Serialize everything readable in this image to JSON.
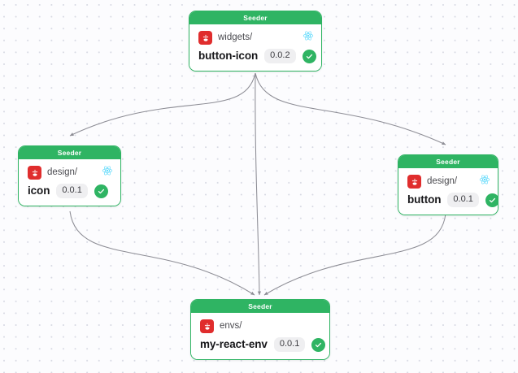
{
  "canvas": {
    "background_color": "#fcfcfe",
    "dot_color": "#d7d9e3",
    "accent_color": "#2fb463",
    "edge_color": "#8d8d95",
    "brand_color": "#e02d2d",
    "env_icon_color": "#61dafb"
  },
  "nodes": [
    {
      "id": "node-top",
      "header": "Seeder",
      "scope": "widgets/",
      "name": "button-icon",
      "version": "0.0.2",
      "status": "check",
      "brand_icon": "bit-logo-icon",
      "env_icon": "react-icon"
    },
    {
      "id": "node-left",
      "header": "Seeder",
      "scope": "design/",
      "name": "icon",
      "version": "0.0.1",
      "status": "check",
      "brand_icon": "bit-logo-icon",
      "env_icon": "react-icon"
    },
    {
      "id": "node-right",
      "header": "Seeder",
      "scope": "design/",
      "name": "button",
      "version": "0.0.1",
      "status": "check",
      "brand_icon": "bit-logo-icon",
      "env_icon": "react-icon"
    },
    {
      "id": "node-bottom",
      "header": "Seeder",
      "scope": "envs/",
      "name": "my-react-env",
      "version": "0.0.1",
      "status": "check",
      "brand_icon": "bit-logo-icon",
      "env_icon": "react-icon"
    }
  ],
  "edges": [
    {
      "from": "node-top",
      "to": "node-left",
      "name": "edge-top-to-left"
    },
    {
      "from": "node-top",
      "to": "node-right",
      "name": "edge-top-to-right"
    },
    {
      "from": "node-top",
      "to": "node-bottom",
      "name": "edge-top-to-bottom"
    },
    {
      "from": "node-left",
      "to": "node-bottom",
      "name": "edge-left-to-bottom"
    },
    {
      "from": "node-right",
      "to": "node-bottom",
      "name": "edge-right-to-bottom"
    }
  ]
}
